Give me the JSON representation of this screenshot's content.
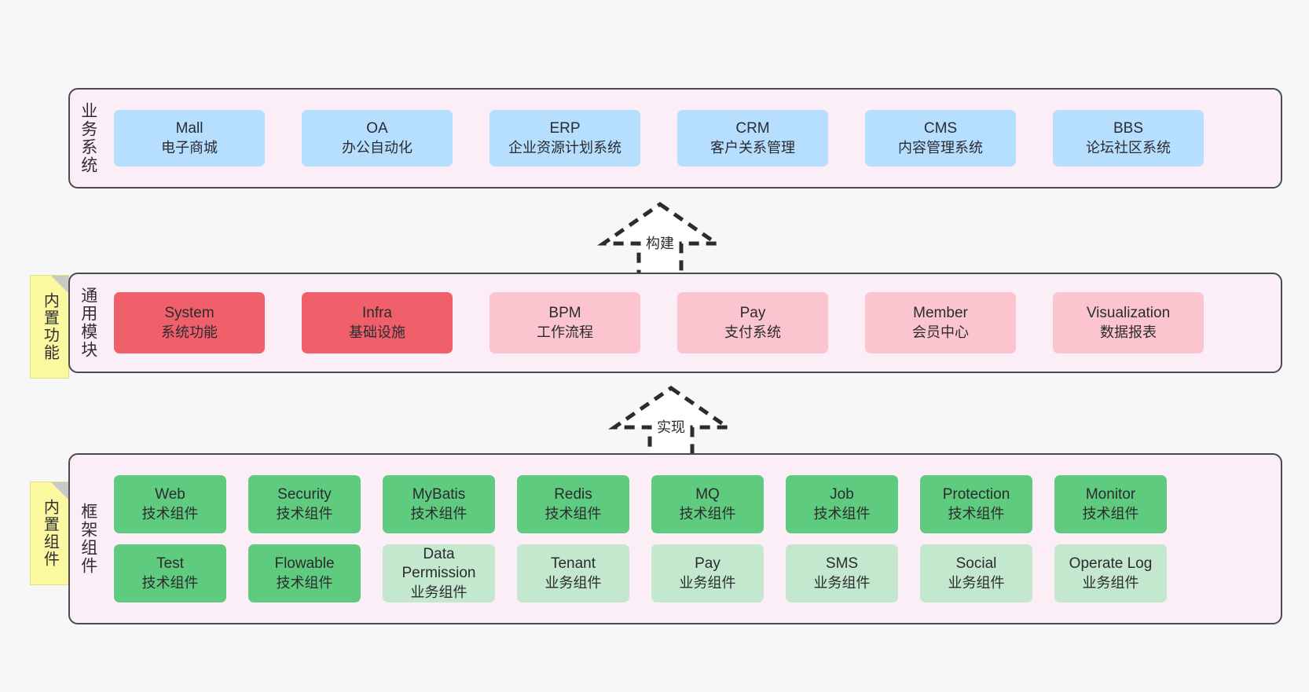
{
  "diagram": {
    "background_color": "#f7f7f7",
    "layer_fill": "#fbeef6",
    "layer_border": "#4a4a55"
  },
  "notes": [
    {
      "id": "built-in-features",
      "text": "内置功能",
      "color": "#fbf8a0"
    },
    {
      "id": "built-in-components",
      "text": "内置组件",
      "color": "#fbf8a0"
    }
  ],
  "layers": {
    "business": {
      "title": "业务系统",
      "accent": "#b5deff",
      "cards": [
        {
          "name": "Mall",
          "desc": "电子商城",
          "style": "blue"
        },
        {
          "name": "OA",
          "desc": "办公自动化",
          "style": "blue"
        },
        {
          "name": "ERP",
          "desc": "企业资源计划系统",
          "style": "blue"
        },
        {
          "name": "CRM",
          "desc": "客户关系管理",
          "style": "blue"
        },
        {
          "name": "CMS",
          "desc": "内容管理系统",
          "style": "blue"
        },
        {
          "name": "BBS",
          "desc": "论坛社区系统",
          "style": "blue"
        }
      ]
    },
    "common": {
      "title": "通用模块",
      "accent": "#f0606a",
      "cards": [
        {
          "name": "System",
          "desc": "系统功能",
          "style": "red"
        },
        {
          "name": "Infra",
          "desc": "基础设施",
          "style": "red"
        },
        {
          "name": "BPM",
          "desc": "工作流程",
          "style": "pink"
        },
        {
          "name": "Pay",
          "desc": "支付系统",
          "style": "pink"
        },
        {
          "name": "Member",
          "desc": "会员中心",
          "style": "pink"
        },
        {
          "name": "Visualization",
          "desc": "数据报表",
          "style": "pink"
        }
      ]
    },
    "framework": {
      "title": "框架组件",
      "accent": "#5ecb7f",
      "row1": [
        {
          "name": "Web",
          "desc": "技术组件",
          "style": "green"
        },
        {
          "name": "Security",
          "desc": "技术组件",
          "style": "green"
        },
        {
          "name": "MyBatis",
          "desc": "技术组件",
          "style": "green"
        },
        {
          "name": "Redis",
          "desc": "技术组件",
          "style": "green"
        },
        {
          "name": "MQ",
          "desc": "技术组件",
          "style": "green"
        },
        {
          "name": "Job",
          "desc": "技术组件",
          "style": "green"
        },
        {
          "name": "Protection",
          "desc": "技术组件",
          "style": "green"
        },
        {
          "name": "Monitor",
          "desc": "技术组件",
          "style": "green"
        }
      ],
      "row2": [
        {
          "name": "Test",
          "desc": "技术组件",
          "style": "green"
        },
        {
          "name": "Flowable",
          "desc": "技术组件",
          "style": "green"
        },
        {
          "name": "Data Permission",
          "desc": "业务组件",
          "style": "lightgreen"
        },
        {
          "name": "Tenant",
          "desc": "业务组件",
          "style": "lightgreen"
        },
        {
          "name": "Pay",
          "desc": "业务组件",
          "style": "lightgreen"
        },
        {
          "name": "SMS",
          "desc": "业务组件",
          "style": "lightgreen"
        },
        {
          "name": "Social",
          "desc": "业务组件",
          "style": "lightgreen"
        },
        {
          "name": "Operate Log",
          "desc": "业务组件",
          "style": "lightgreen"
        }
      ]
    }
  },
  "connectors": [
    {
      "id": "build",
      "label": "构建",
      "from": "common",
      "to": "business",
      "style": "dashed-hollow-arrow"
    },
    {
      "id": "implement",
      "label": "实现",
      "from": "framework",
      "to": "common",
      "style": "dashed-hollow-arrow"
    }
  ]
}
